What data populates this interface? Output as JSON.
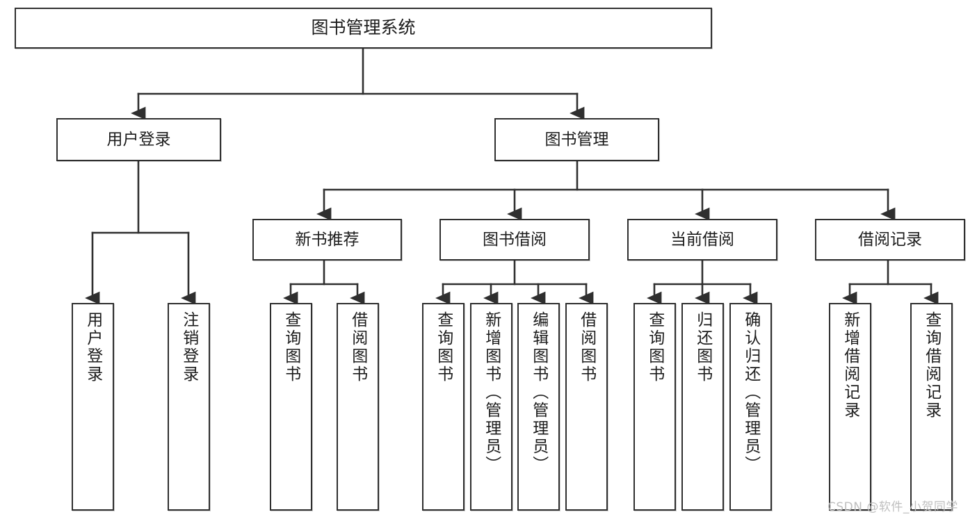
{
  "diagram": {
    "type": "tree",
    "title": "图书管理系统",
    "orientation": "top-down",
    "colors": {
      "box_border": "#2f2f2f",
      "box_fill": "#ffffff",
      "connector": "#2f2f2f",
      "text": "#1c1c1c",
      "watermark": "#bfbfbf"
    },
    "root": {
      "id": "root",
      "label": "图书管理系统"
    },
    "level2": [
      {
        "id": "user-login",
        "label": "用户登录"
      },
      {
        "id": "book-management",
        "label": "图书管理"
      }
    ],
    "level3": [
      {
        "id": "new-book-recommend",
        "label": "新书推荐",
        "parent": "book-management"
      },
      {
        "id": "book-borrow",
        "label": "图书借阅",
        "parent": "book-management"
      },
      {
        "id": "current-borrow",
        "label": "当前借阅",
        "parent": "book-management"
      },
      {
        "id": "borrow-record",
        "label": "借阅记录",
        "parent": "book-management"
      }
    ],
    "leaves": [
      {
        "id": "leaf-user-login",
        "label": "用户登录",
        "parent": "user-login"
      },
      {
        "id": "leaf-logout",
        "label": "注销登录",
        "parent": "user-login"
      },
      {
        "id": "leaf-query-book-1",
        "label": "查询图书",
        "parent": "new-book-recommend"
      },
      {
        "id": "leaf-borrow-book-1",
        "label": "借阅图书",
        "parent": "new-book-recommend"
      },
      {
        "id": "leaf-query-book-2",
        "label": "查询图书",
        "parent": "book-borrow"
      },
      {
        "id": "leaf-add-book",
        "label": "新增图书（管理员）",
        "parent": "book-borrow"
      },
      {
        "id": "leaf-edit-book",
        "label": "编辑图书（管理员）",
        "parent": "book-borrow"
      },
      {
        "id": "leaf-borrow-book-2",
        "label": "借阅图书",
        "parent": "book-borrow"
      },
      {
        "id": "leaf-query-book-3",
        "label": "查询图书",
        "parent": "current-borrow"
      },
      {
        "id": "leaf-return-book",
        "label": "归还图书",
        "parent": "current-borrow"
      },
      {
        "id": "leaf-confirm-return",
        "label": "确认归还（管理员）",
        "parent": "current-borrow"
      },
      {
        "id": "leaf-add-record",
        "label": "新增借阅记录",
        "parent": "borrow-record"
      },
      {
        "id": "leaf-query-record",
        "label": "查询借阅记录",
        "parent": "borrow-record"
      }
    ]
  },
  "watermark": {
    "text": "CSDN @软件_小贺同学"
  }
}
